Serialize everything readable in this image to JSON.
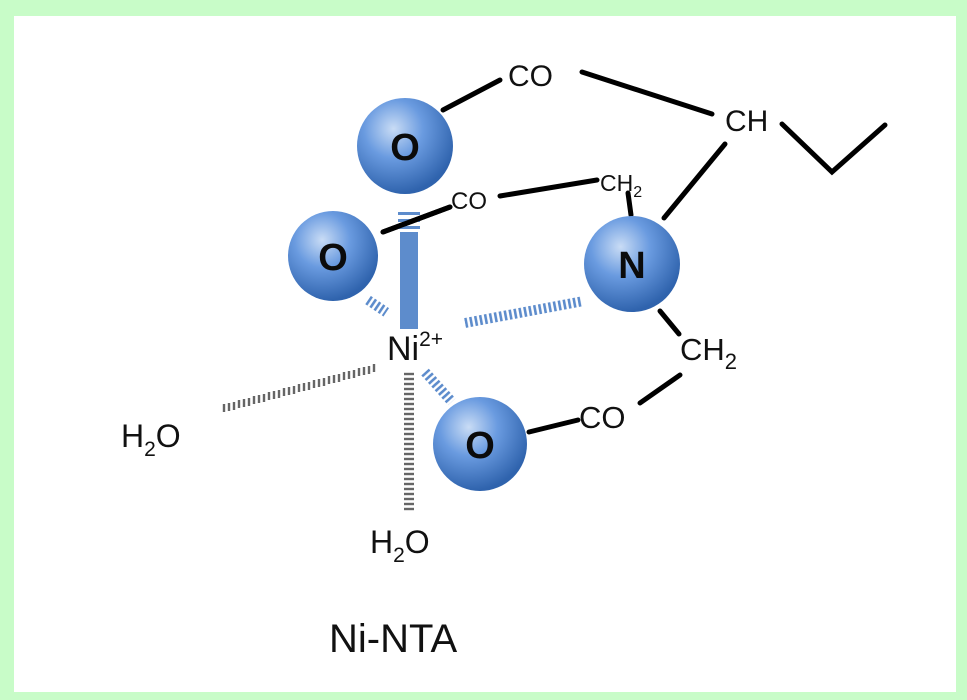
{
  "diagram": {
    "title": "Ni-NTA",
    "colors": {
      "border": "#c8fcc8",
      "background": "#ffffff",
      "sphere_fill": "#5b8fd6",
      "sphere_highlight": "#c9dcf5",
      "sphere_shadow": "#2f63ad",
      "coordination_bond": "#5d8ccc",
      "water_bond": "#666666",
      "covalent_bond": "#000000"
    },
    "central_ion": {
      "symbol": "Ni",
      "charge": "2+"
    },
    "atoms": {
      "o_top": "O",
      "o_left": "O",
      "o_bottom": "O",
      "n": "N"
    },
    "groups": {
      "co_top": "CO",
      "co_middle": "CO",
      "co_bottom": "CO",
      "ch": "CH",
      "ch2_top": {
        "base": "CH",
        "sub": "2"
      },
      "ch2_right": {
        "base": "CH",
        "sub": "2"
      }
    },
    "water": [
      {
        "base": "H",
        "sub": "2",
        "tail": "O"
      },
      {
        "base": "H",
        "sub": "2",
        "tail": "O"
      }
    ]
  }
}
